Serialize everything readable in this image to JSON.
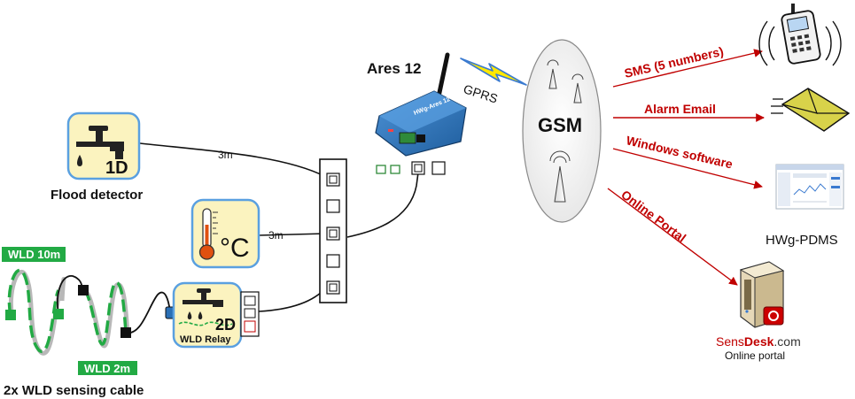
{
  "device": {
    "name": "Ares 12",
    "body_text": "HWg-Ares 12"
  },
  "gprs_label": "GPRS",
  "gsm_label": "GSM",
  "flood": {
    "badge": "1D",
    "label": "Flood detector",
    "cable": "3m"
  },
  "temp": {
    "unit": "°C",
    "cable": "3m"
  },
  "relay": {
    "badge": "2D",
    "label": "WLD Relay"
  },
  "wld": {
    "tag_long": "WLD 10m",
    "tag_short": "WLD 2m",
    "caption": "2x WLD sensing cable"
  },
  "outputs": [
    {
      "label": "SMS (5 numbers)"
    },
    {
      "label": "Alarm Email"
    },
    {
      "label": "Windows software"
    },
    {
      "label": "Online Portal"
    }
  ],
  "pdms_label": "HWg-PDMS",
  "sensdesk": {
    "brand_prefix": "Sens",
    "brand_bold": "Desk",
    "brand_suffix": ".com",
    "caption": "Online portal"
  },
  "colors": {
    "arrow": "#c00000",
    "wld_green": "#22aa44",
    "device_blue": "#2a6fb5",
    "icon_bg": "#fbf3bf",
    "icon_border": "#5aa0e0"
  }
}
